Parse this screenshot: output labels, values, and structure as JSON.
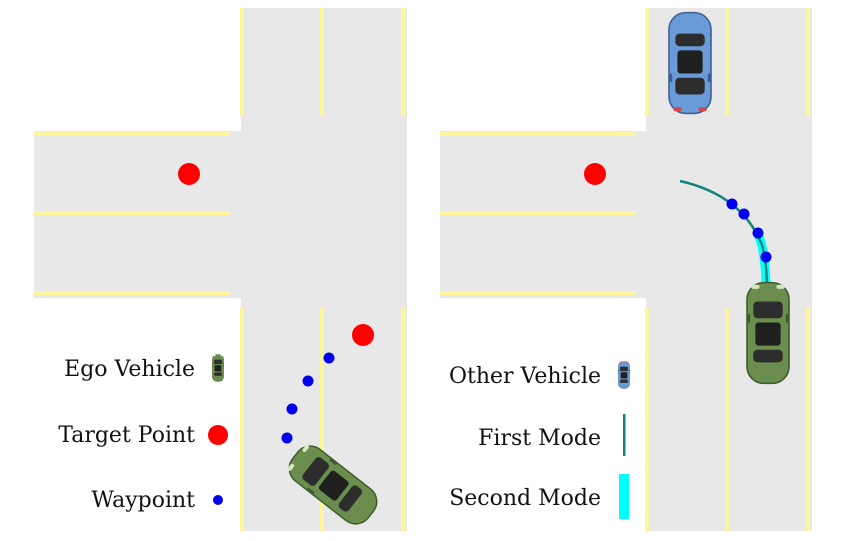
{
  "legend_left": {
    "ego_vehicle": "Ego Vehicle",
    "target_point": "Target Point",
    "waypoint": "Waypoint"
  },
  "legend_right": {
    "other_vehicle": "Other Vehicle",
    "first_mode": "First Mode",
    "second_mode": "Second Mode"
  },
  "colors": {
    "road": "#e8e8e8",
    "lane_line": "#fff59d",
    "target": "#ff0000",
    "waypoint": "#0000ee",
    "first_mode": "#12857a",
    "second_mode": "#00ffff",
    "ego_car": "#6b8e4e",
    "other_car": "#6a9ad8"
  },
  "icons": {
    "ego": "green-car-icon",
    "other": "blue-car-icon"
  }
}
